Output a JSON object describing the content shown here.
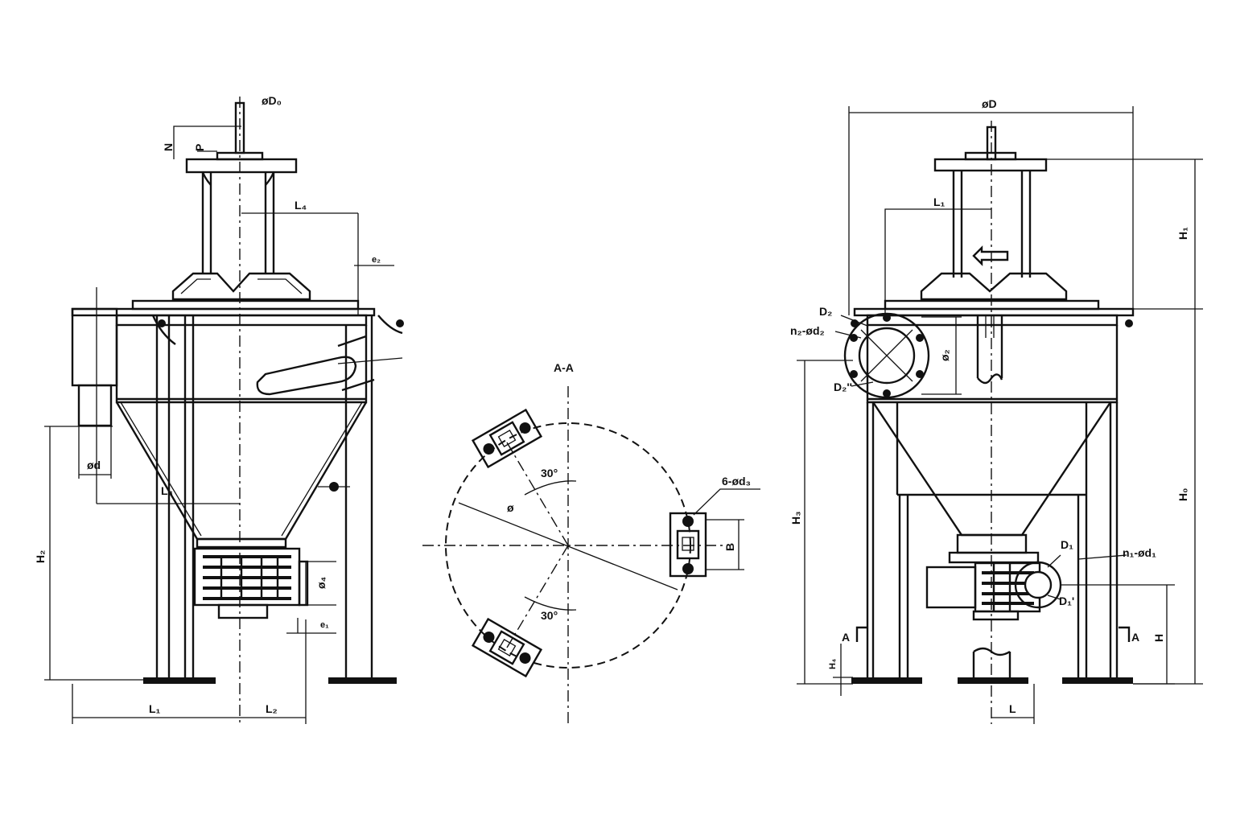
{
  "left_view": {
    "dim_phi_d0": "øD₀",
    "dim_n": "N",
    "dim_p": "P",
    "dim_l4": "L₄",
    "dim_e2": "e₂",
    "dim_phi_d": "ød",
    "dim_l3": "L₃",
    "dim_h2": "H₂",
    "dim_phi_d4": "ø₄",
    "dim_e1": "e₁",
    "dim_l1": "L₁",
    "dim_l2": "L₂"
  },
  "section_view": {
    "title": "A-A",
    "angle_top": "30°",
    "angle_bottom": "30°",
    "diameter": "ø",
    "holes": "6-ød₃",
    "dim_b": "B"
  },
  "right_view": {
    "dim_phi_d_top": "øD",
    "dim_l1": "L₁",
    "dim_h1": "H₁",
    "dim_h0": "H₀",
    "dim_h3": "H₃",
    "label_d2": "D₂",
    "label_n2_d2": "n₂-ød₂",
    "label_d2p": "D₂''",
    "dim_phi_d2": "ø₂",
    "label_d1": "D₁",
    "label_n1_d1": "n₁-ød₁",
    "label_d1p": "D₁'",
    "dim_h": "H",
    "label_a_left": "A",
    "label_a_right": "A",
    "dim_h4": "H₄",
    "dim_l": "L"
  }
}
